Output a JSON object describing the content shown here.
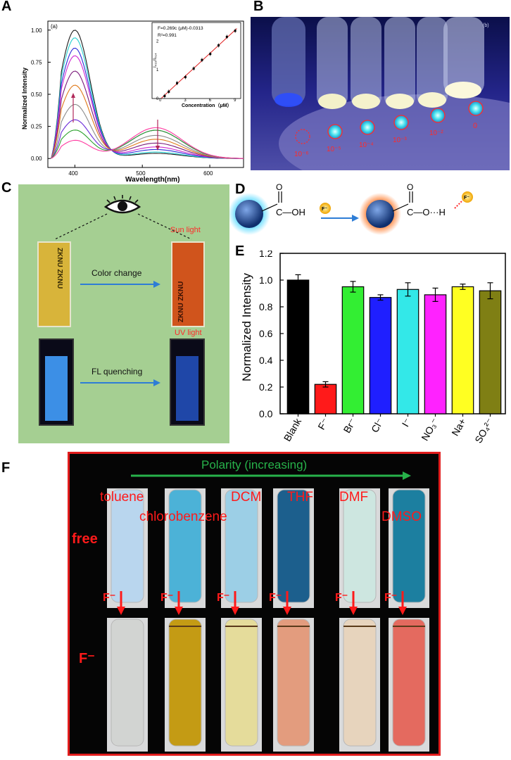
{
  "panel_letters": [
    "A",
    "B",
    "C",
    "D",
    "E",
    "F"
  ],
  "panelA": {
    "sublabel": "(a)",
    "xlabel": "Wavelength(nm)",
    "ylabel": "Normalized Intensity",
    "xticks": [
      "400",
      "500",
      "600"
    ],
    "yticks": [
      "0.00",
      "0.25",
      "0.50",
      "0.75",
      "1.00"
    ],
    "inset": {
      "equation": "F=0.269c (μM)-0.0313",
      "r2": "R²=0.991",
      "ylabel": "I₄₂₂/I₅₁₄",
      "xlabel": "Concentration（μM）",
      "xticks": [
        "0",
        "3",
        "6",
        "9"
      ],
      "yticks": [
        "0",
        "1",
        "2"
      ]
    }
  },
  "panelB": {
    "sublabel": "(b)",
    "labels": [
      "10⁻⁶",
      "10⁻⁵",
      "10⁻⁴",
      "10⁻³",
      "10⁻²",
      "0"
    ]
  },
  "panelC": {
    "eye_label": "eye",
    "vial_text": "ZKNU ZKNU",
    "sun_label": "Sun light",
    "color_change": "Color change",
    "uv_label": "UV light",
    "fl_quenching": "FL quenching"
  },
  "panelD": {
    "left_group": "C—OH",
    "right_group": "C—O···H",
    "oxygen": "O",
    "ion": "F⁻"
  },
  "chart_data": {
    "type": "bar",
    "title": "",
    "ylabel": "Normalized Intensity",
    "xlabel": "",
    "ylim": [
      0,
      1.2
    ],
    "yticks": [
      "0.0",
      "0.2",
      "0.4",
      "0.6",
      "0.8",
      "1.0",
      "1.2"
    ],
    "categories": [
      "Blank",
      "F⁻",
      "Br⁻",
      "Cl⁻",
      "I⁻",
      "NO₃⁻",
      "Na+",
      "SO₄²⁻"
    ],
    "values": [
      1.0,
      0.22,
      0.95,
      0.87,
      0.93,
      0.89,
      0.95,
      0.92
    ],
    "errors": [
      0.04,
      0.02,
      0.04,
      0.02,
      0.05,
      0.05,
      0.02,
      0.06
    ],
    "colors": [
      "#000000",
      "#ff1a1a",
      "#33ee33",
      "#1f1fff",
      "#33e8e8",
      "#ff22ff",
      "#ffff22",
      "#7f7f14"
    ]
  },
  "panelF": {
    "polarity": "Polarity (increasing)",
    "row_free": "free",
    "row_f": "F⁻",
    "arrow_label": "F⁻",
    "solvents": [
      "toluene",
      "chlorobenzene",
      "DCM",
      "THF",
      "DMF",
      "DMSO"
    ],
    "colors": {
      "free": [
        "#b9d6ee",
        "#4cb2d7",
        "#9ccfe6",
        "#1c5f8d",
        "#cde6e0",
        "#1c7fa0"
      ],
      "fluoride": [
        "#d2d4d2",
        "#c49b14",
        "#e5dc9b",
        "#e39c7e",
        "#e7d4bd",
        "#e46a5f"
      ]
    }
  }
}
